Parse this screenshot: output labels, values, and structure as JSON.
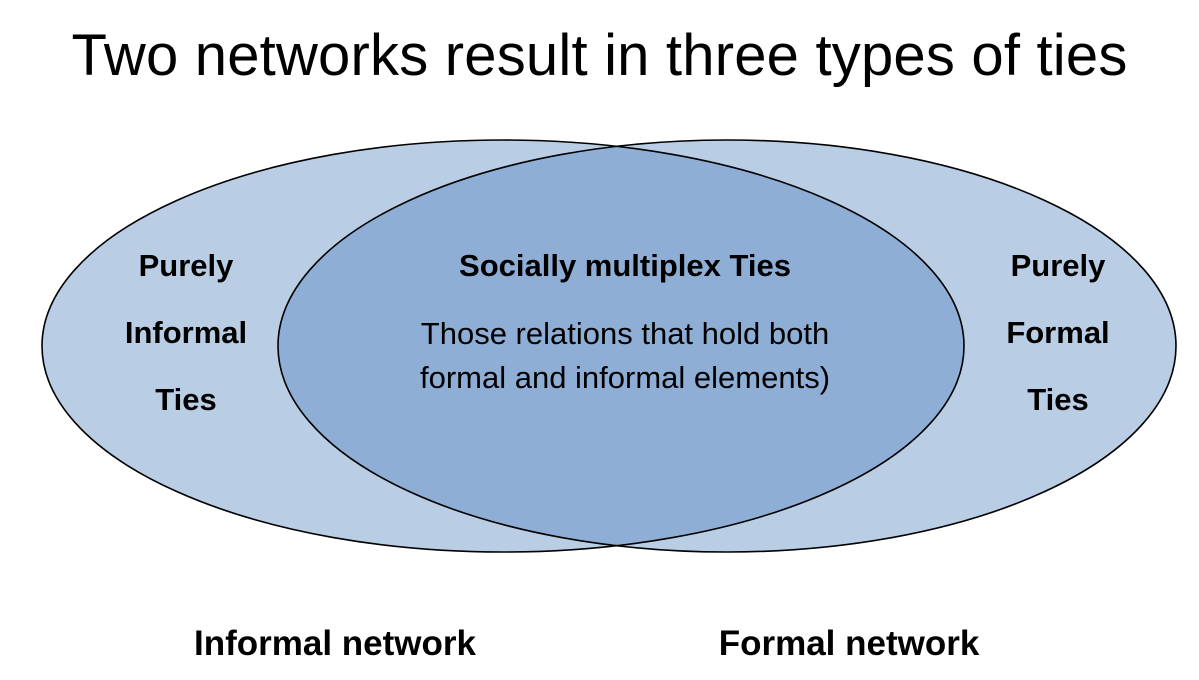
{
  "title": "Two networks result in three types of ties",
  "regions": {
    "informal_only": [
      "Purely",
      "Informal",
      "Ties"
    ],
    "formal_only": [
      "Purely",
      "Formal",
      "Ties"
    ],
    "overlap": {
      "heading": "Socially multiplex Ties",
      "description_lines": [
        "Those relations that hold both",
        "formal and informal elements)"
      ]
    }
  },
  "network_labels": {
    "informal": "Informal network",
    "formal": "Formal network"
  },
  "colors": {
    "circle_fill": "#b9cde5",
    "overlap_fill": "#8eaed6",
    "stroke": "#000000"
  }
}
